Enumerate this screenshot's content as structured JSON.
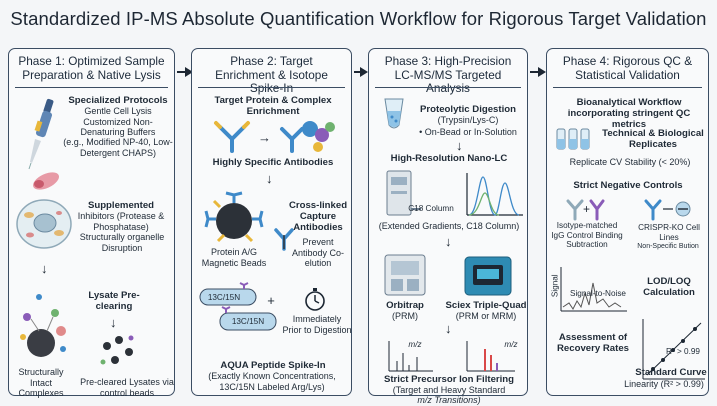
{
  "title": "Standardized IP-MS Absolute Quantification Workflow for Rigorous Target Validation",
  "phase1": {
    "heading": "Phase 1: Optimized Sample Preparation & Native Lysis",
    "protocols_title": "Specialized Protocols",
    "protocols_text": "Gentle Cell Lysis Customized Non-Denaturing Buffers",
    "protocols_example": "(e.g., Modified NP-40, Low-Detergent CHAPS)",
    "inhibitors_title": "Supplemented",
    "inhibitors_text": "Inhibitors (Protease & Phosphatase)",
    "disruption_text": "Structurally organelle Disruption",
    "preclear_title": "Lysate Pre-clearing",
    "intact_text": "Structurally Intact Complexes",
    "precleared_text": "Pre-cleared Lysates via control beads"
  },
  "phase2": {
    "heading": "Phase 2: Target Enrichment & Isotope Spike-In",
    "complex_title": "Target Protein & Complex Enrichment",
    "antibodies_title": "Highly Specific Antibodies",
    "crosslinked_title": "Cross-linked Capture Antibodies",
    "prevent_text": "Prevent Antibody Co-elution",
    "beads_text": "Protein A/G Magnetic Beads",
    "isotope_a": "13C/15N",
    "isotope_b": "13C/15N",
    "plus": "+",
    "immediate_text": "Immediately Prior to Digestion",
    "aqua_title": "AQUA Peptide Spike-In",
    "aqua_text": "(Exactly Known Concentrations, 13C/15N Labeled Arg/Lys)"
  },
  "phase3": {
    "heading": "Phase 3: High-Precision LC-MS/MS Targeted Analysis",
    "digestion_title": "Proteolytic Digestion",
    "digestion_enzymes": "(Trypsin/Lys-C)",
    "digestion_mode": "• On-Bead or In-Solution",
    "nanolc_title": "High-Resolution Nano-LC",
    "column_label": "C18 Column",
    "gradient_text": "(Extended Gradients, C18 Column)",
    "orbitrap_title": "Orbitrap",
    "orbitrap_mode": "(PRM)",
    "sciex_title": "Sciex Triple-Quad",
    "sciex_mode": "(PRM or MRM)",
    "mz_label_a": "m/z",
    "mz_label_b": "m/z",
    "filter_title": "Strict Precursor Ion Filtering",
    "filter_text_a": "(Target and Heavy Standard",
    "filter_text_b": "m/z Transitions)"
  },
  "phase4": {
    "heading": "Phase 4: Rigorous QC & Statistical Validation",
    "workflow_title": "Bioanalytical Workflow incorporating stringent QC metrics",
    "replicates_title": "Technical & Biological Replicates",
    "cv_text": "Replicate CV Stability (< 20%)",
    "neg_title": "Strict Negative Controls",
    "isotype_text": "Isotype-matched IgG Control Binding Subtraction",
    "crispr_text": "CRISPR-KO Cell Lines",
    "nonspecific_text": "Non-Specific Bution",
    "signal_label": "Signal",
    "snr_label": "Signal-to-Noise",
    "lodloq_title": "LOD/LOQ Calculation",
    "recovery_title": "Assessment of Recovery Rates",
    "r2_label": "R² > 0.99",
    "curve_title": "Standard Curve",
    "linearity_text": "Linearity (R² > 0.99)"
  },
  "colors": {
    "border": "#3b4d63",
    "antibody_blue": "#3f8ac9",
    "antibody_yellow": "#e8b73a",
    "bead_dark": "#2c3138",
    "isotope_pill": "#b9d8ec",
    "purple": "#8a5cb8"
  }
}
